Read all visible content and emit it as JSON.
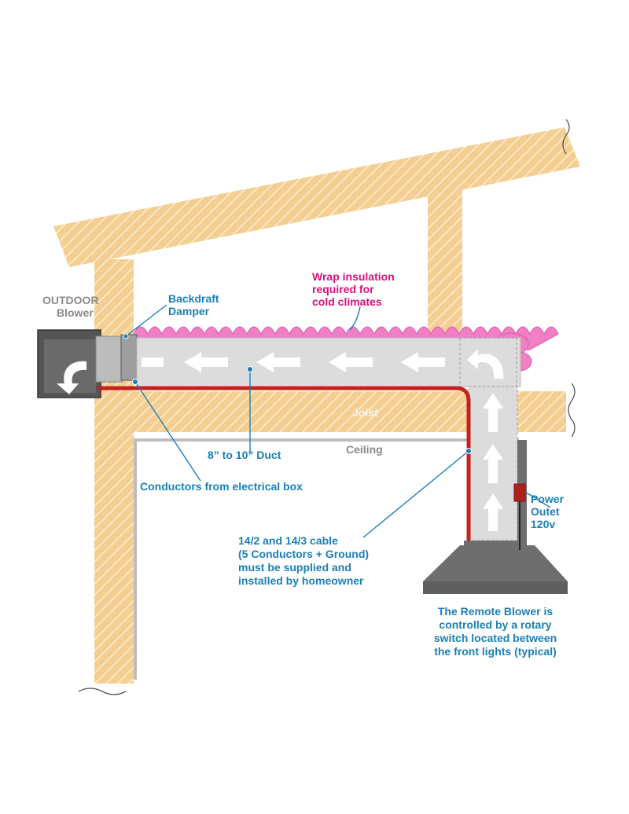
{
  "labels": {
    "outdoor": "OUTDOOR",
    "blower": "Blower",
    "backdraft_line1": "Backdraft",
    "backdraft_line2": "Damper",
    "wrap_line1": "Wrap insulation",
    "wrap_line2": "required for",
    "wrap_line3": "cold climates",
    "joist": "Joist",
    "ceiling": "Ceiling",
    "duct": "8” to 10” Duct",
    "conductors": "Conductors from electrical box",
    "cable_line1": "14/2 and 14/3 cable",
    "cable_line2": "(5 Conductors + Ground)",
    "cable_line3": "must be supplied and",
    "cable_line4": "installed by homeowner",
    "power_line1": "Power",
    "power_line2": "Outet",
    "power_line3": "120v",
    "remote_line1": "The Remote Blower is",
    "remote_line2": "controlled by a rotary",
    "remote_line3": "switch located between",
    "remote_line4": "the front lights (typical)"
  },
  "colors": {
    "wood": "#f5cf92",
    "wood_hatch": "#ffffff",
    "duct": "#dcdcdc",
    "cable": "#c8201e",
    "insulation": "#f07fc6",
    "hood": "#6e6e6e",
    "label_blue": "#1a7fb5",
    "label_magenta": "#d4127a"
  }
}
